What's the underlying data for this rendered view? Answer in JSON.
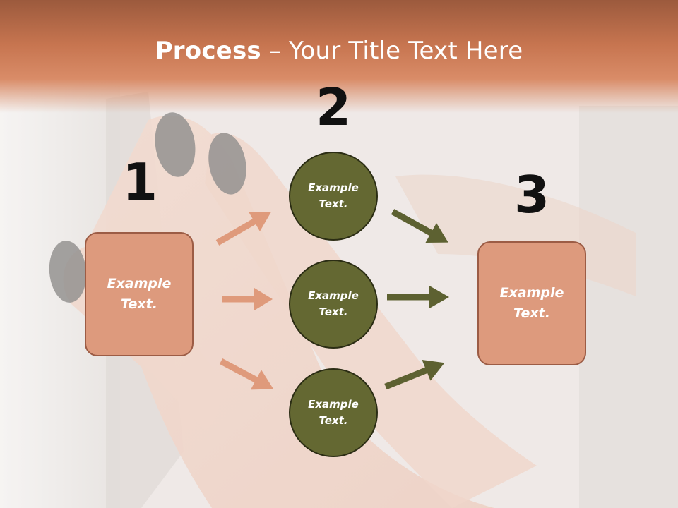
{
  "title": {
    "bold": "Process",
    "rest": " – Your Title Text Here"
  },
  "steps": {
    "one": {
      "number": "1",
      "text": "Example Text."
    },
    "two": {
      "number": "2",
      "circles": [
        "Example Text.",
        "Example Text.",
        "Example Text."
      ]
    },
    "three": {
      "number": "3",
      "text": "Example Text."
    }
  },
  "colors": {
    "header": "#c77550",
    "box_fill": "#dd9a7d",
    "box_border": "#9c5c45",
    "circle_fill": "#646832",
    "circle_border": "#2b2d14",
    "arrow_left": "#df9a7b",
    "arrow_right": "#5d6131"
  },
  "icons": {
    "arrow": "arrow-right-icon"
  }
}
